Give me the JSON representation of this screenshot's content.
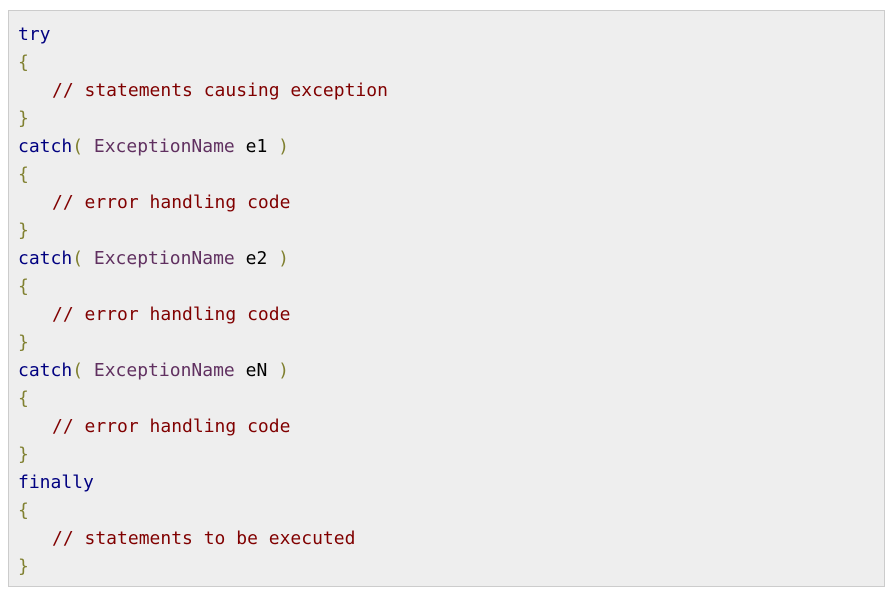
{
  "code": {
    "kw_try": "try",
    "kw_catch": "catch",
    "kw_finally": "finally",
    "open_brace": "{",
    "close_brace": "}",
    "open_paren": "( ",
    "close_paren": " )",
    "exception_type": "ExceptionName",
    "var_e1": "e1",
    "var_e2": "e2",
    "var_eN": "eN",
    "comment_try": "// statements causing exception",
    "comment_catch": "// error handling code",
    "comment_finally": "// statements to be executed"
  },
  "colors": {
    "keyword": "#000080",
    "brace": "#808030",
    "comment": "#800000",
    "type": "#603060",
    "background": "#eeeeee"
  }
}
